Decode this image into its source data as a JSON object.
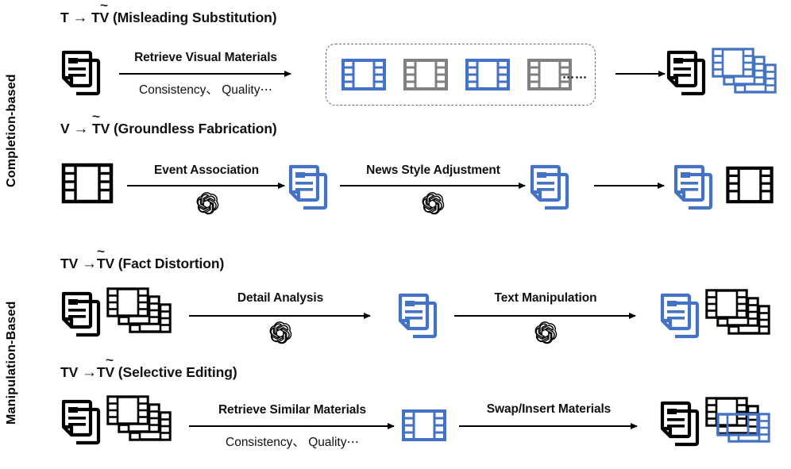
{
  "figure": {
    "categories": [
      {
        "id": "completion-based",
        "label": "Completion-based"
      },
      {
        "id": "manipulation-based",
        "label": "Manipulation-Based"
      }
    ],
    "colors": {
      "blue": "#4472C4",
      "grey": "#808080",
      "black": "#000000",
      "dashed_border": "#6b6b6b"
    },
    "rows": [
      {
        "id": "misleading-substitution",
        "title_prefix": "T",
        "title_arrow": "→",
        "title_mid": "T",
        "title_tilde_char": "V",
        "title_suffix": "(Misleading Substitution)",
        "title_plain": "T → TṼ (Misleading Substitution)",
        "edges": [
          {
            "label": "Retrieve Visual Materials",
            "sub": "Consistency、 Quality⋯",
            "engine": "none"
          },
          {
            "label": "",
            "sub": "",
            "engine": "none"
          }
        ],
        "candidate_pool": {
          "items": [
            "film-blue",
            "film-grey",
            "film-blue",
            "film-grey"
          ],
          "ellipsis": "⋯⋯"
        },
        "inputs": [
          "doc-stack-black"
        ],
        "outputs": [
          "doc-stack-black",
          "film-stack-blue"
        ]
      },
      {
        "id": "groundless-fabrication",
        "title_prefix": "V",
        "title_arrow": "→",
        "title_mid": "T",
        "title_tilde_char": "T",
        "title_suffix": "(Groundless Fabrication)",
        "title_plain": "V → T̃V (Groundless Fabrication)",
        "edges": [
          {
            "label": "Event Association",
            "sub": "",
            "engine": "openai"
          },
          {
            "label": "News Style Adjustment",
            "sub": "",
            "engine": "openai"
          },
          {
            "label": "",
            "sub": "",
            "engine": "none"
          }
        ],
        "inputs": [
          "film-black"
        ],
        "intermediates": [
          "doc-stack-blue",
          "doc-stack-blue"
        ],
        "outputs": [
          "doc-stack-blue",
          "film-black"
        ]
      },
      {
        "id": "fact-distortion",
        "title_prefix": "TV",
        "title_arrow": "→",
        "title_mid": "",
        "title_tilde_char": "T",
        "title_suffix": "(Fact Distortion)",
        "title_plain": "TV → T̃V (Fact Distortion)",
        "edges": [
          {
            "label": "Detail Analysis",
            "sub": "",
            "engine": "openai"
          },
          {
            "label": "Text Manipulation",
            "sub": "",
            "engine": "openai"
          }
        ],
        "inputs": [
          "doc-stack-black",
          "film-stack-black"
        ],
        "intermediates": [
          "doc-stack-blue"
        ],
        "outputs": [
          "doc-stack-blue",
          "film-stack-black"
        ]
      },
      {
        "id": "selective-editing",
        "title_prefix": "TV",
        "title_arrow": "→",
        "title_mid": "T",
        "title_tilde_char": "V",
        "title_suffix": "(Selective Editing)",
        "title_plain": "TV → TṼ (Selective Editing)",
        "edges": [
          {
            "label": "Retrieve Similar Materials",
            "sub": "Consistency、 Quality⋯",
            "engine": "none"
          },
          {
            "label": "Swap/Insert Materials",
            "sub": "",
            "engine": "none"
          }
        ],
        "inputs": [
          "doc-stack-black",
          "film-stack-black"
        ],
        "intermediates": [
          "film-blue"
        ],
        "outputs": [
          "doc-stack-black",
          "film-stack-black-blue"
        ]
      }
    ]
  }
}
